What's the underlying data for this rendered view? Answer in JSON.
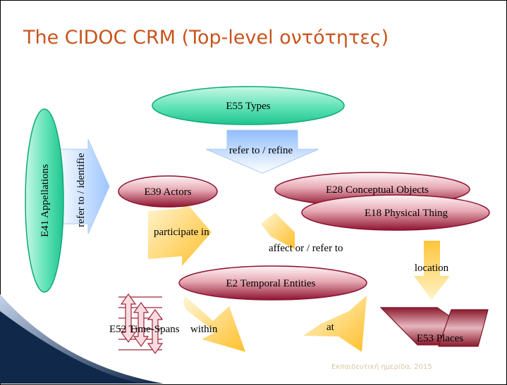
{
  "slide": {
    "title": "The CIDOC CRM (Top-level οντότητες)",
    "footer": "Εκπαιδευτική ημερίδα, 2015"
  },
  "nodes": {
    "types": "E55 Types",
    "appellations": "E41 Appellations",
    "actors": "E39 Actors",
    "conceptual_objects": "E28 Conceptual Objects",
    "physical_thing": "E18 Physical Thing",
    "temporal_entities": "E2 Temporal Entities",
    "time_spans": "E52 Time-Spans",
    "places": "E53 Places"
  },
  "relations": {
    "refer_refine": "refer to / refine",
    "refer_identifie": "refer to / identifie",
    "participate_in": "participate in",
    "affect_refer": "affect or / refer to",
    "location": "location",
    "within": "within",
    "at": "at"
  },
  "colors": {
    "title": "#c8541e",
    "green_node": "#2fd7a2",
    "red_node": "#9b1b32",
    "yellow_arrow": "#ffc53a",
    "blue_arrow": "#9dc6ff",
    "footer": "#ddc4a0"
  }
}
